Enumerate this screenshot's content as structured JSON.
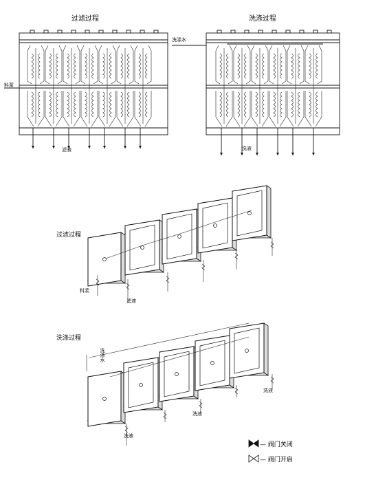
{
  "top_left": {
    "title": "过滤过程",
    "feed_label": "料浆",
    "filtrate_label": "滤液"
  },
  "top_right": {
    "title": "洗涤过程",
    "wash_label": "洗涤水",
    "filtrate_label": "洗液"
  },
  "middle": {
    "title": "过滤过程",
    "feed_label": "料浆",
    "filtrate_label": "滤液"
  },
  "bottom": {
    "title": "洗涤过程",
    "wash_label": "洗涤水",
    "filtrate_label_1": "洗液",
    "filtrate_label_2": "洗液",
    "filtrate_label_3": "洗液"
  },
  "legend": {
    "closed": "— 阀门关闭",
    "open": "— 阀门开启"
  }
}
